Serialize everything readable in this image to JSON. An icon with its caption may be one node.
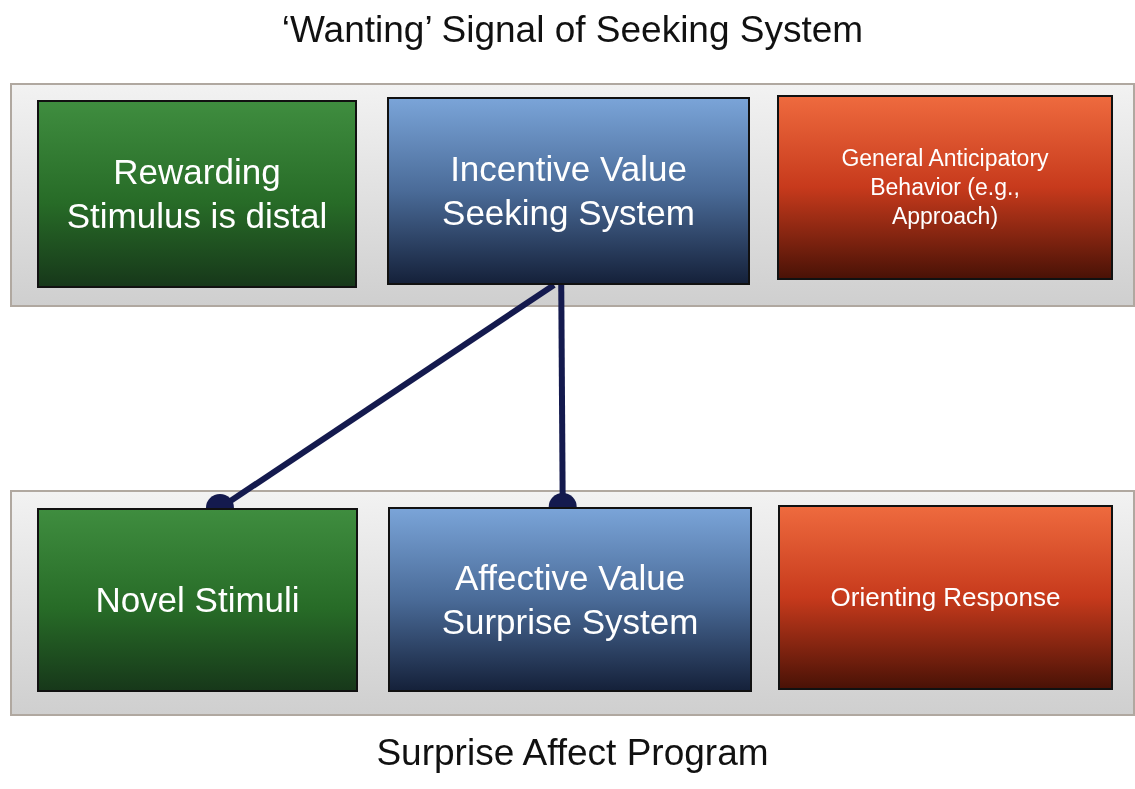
{
  "diagram": {
    "nodes": [
      {
        "text": [
          "‘Wanting’ Signal of Seeking System"
        ]
      },
      {
        "text": [
          "Rewarding Stimulus is distal"
        ],
        "in": 0
      },
      {
        "text": [
          "Incentive Value Seeking System"
        ],
        "in": 0
      },
      {
        "text": [
          "General Anticipatory Behavior (e.g., Approach)"
        ],
        "in": 0
      },
      {
        "text": [
          "Surprise Affect Program"
        ]
      },
      {
        "text": [
          "Novel Stimuli"
        ],
        "in": 4
      },
      {
        "text": [
          "Affective Value Surprise System"
        ],
        "in": 4
      },
      {
        "text": [
          "Orienting Response"
        ],
        "in": 4
      }
    ],
    "edges": [
      {
        "from": 2,
        "to": 5,
        "arrow": "other"
      },
      {
        "from": 2,
        "to": 6,
        "arrow": "other"
      }
    ]
  }
}
